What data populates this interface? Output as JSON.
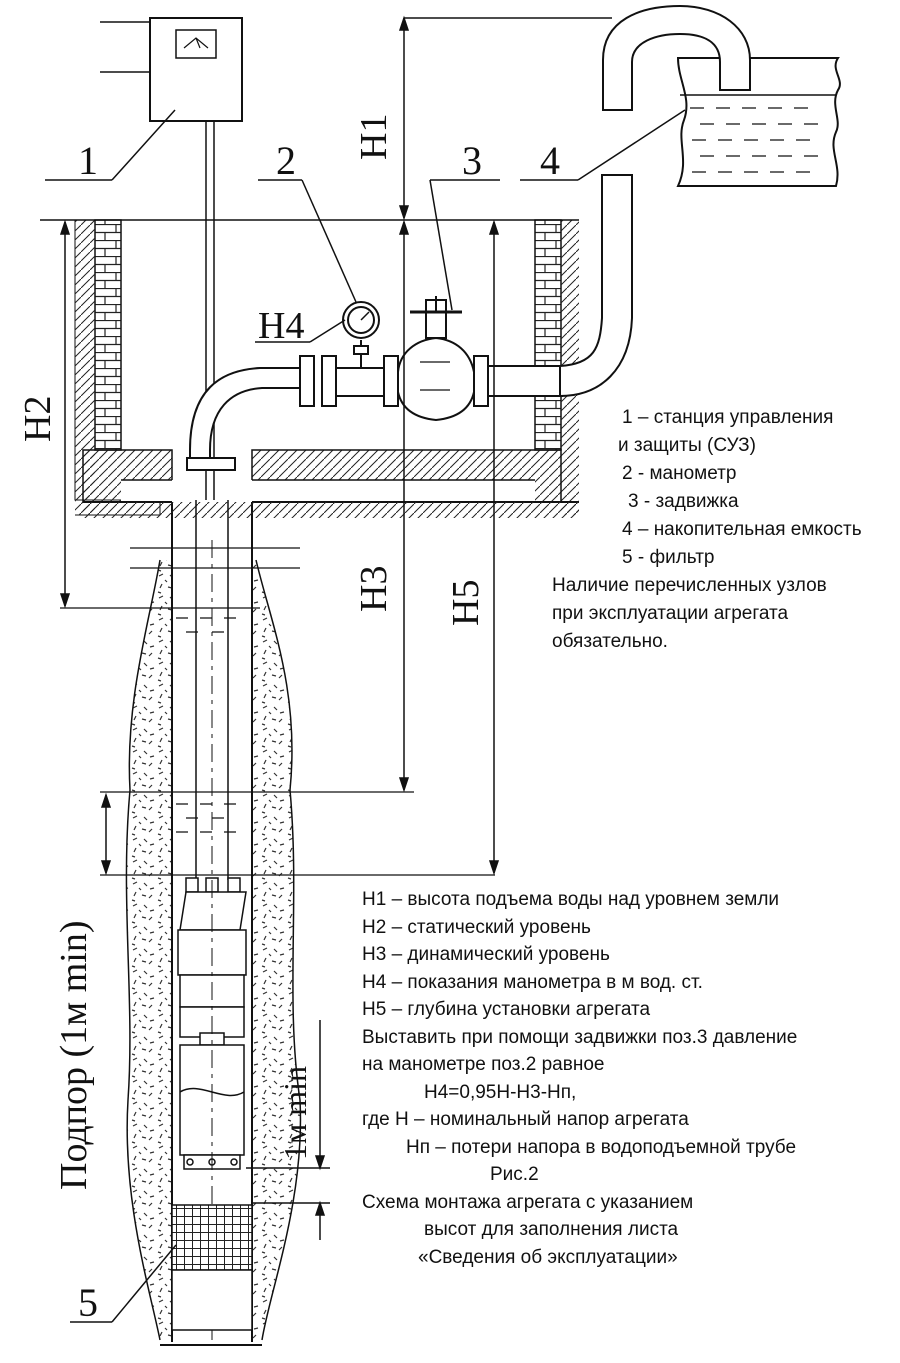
{
  "labels": {
    "part1": "1",
    "part2": "2",
    "part3": "3",
    "part4": "4",
    "part5": "5",
    "h1": "H1",
    "h2": "H2",
    "h3": "H3",
    "h4": "H4",
    "h5": "H5",
    "podpor": "Подпор  (1м  min)",
    "one_m_min": "1м  min"
  },
  "legend_parts": [
    "1 – станция управления",
    "и защиты (СУЗ)",
    "2 - манометр",
    "3 - задвижка",
    "4 – накопительная емкость",
    "5 - фильтр",
    "Наличие  перечисленных узлов",
    "при эксплуатации агрегата",
    "обязательно."
  ],
  "legend_heights": [
    "H1 – высота подъема воды над уровнем земли",
    "H2 – статический уровень",
    "H3 – динамический уровень",
    "H4 – показания манометра в м вод. ст.",
    "H5 – глубина установки агрегата",
    "Выставить при помощи задвижки поз.3 давление",
    "на манометре поз.2 равное",
    "H4=0,95H-H3-Hп,",
    "где H – номинальный напор агрегата",
    "Hп – потери напора в водоподъемной трубе",
    "Рис.2",
    "Схема монтажа агрегата с указанием",
    "высот для заполнения листа",
    "«Сведения об эксплуатации»"
  ],
  "colors": {
    "ink": "#111111",
    "background": "#ffffff"
  }
}
